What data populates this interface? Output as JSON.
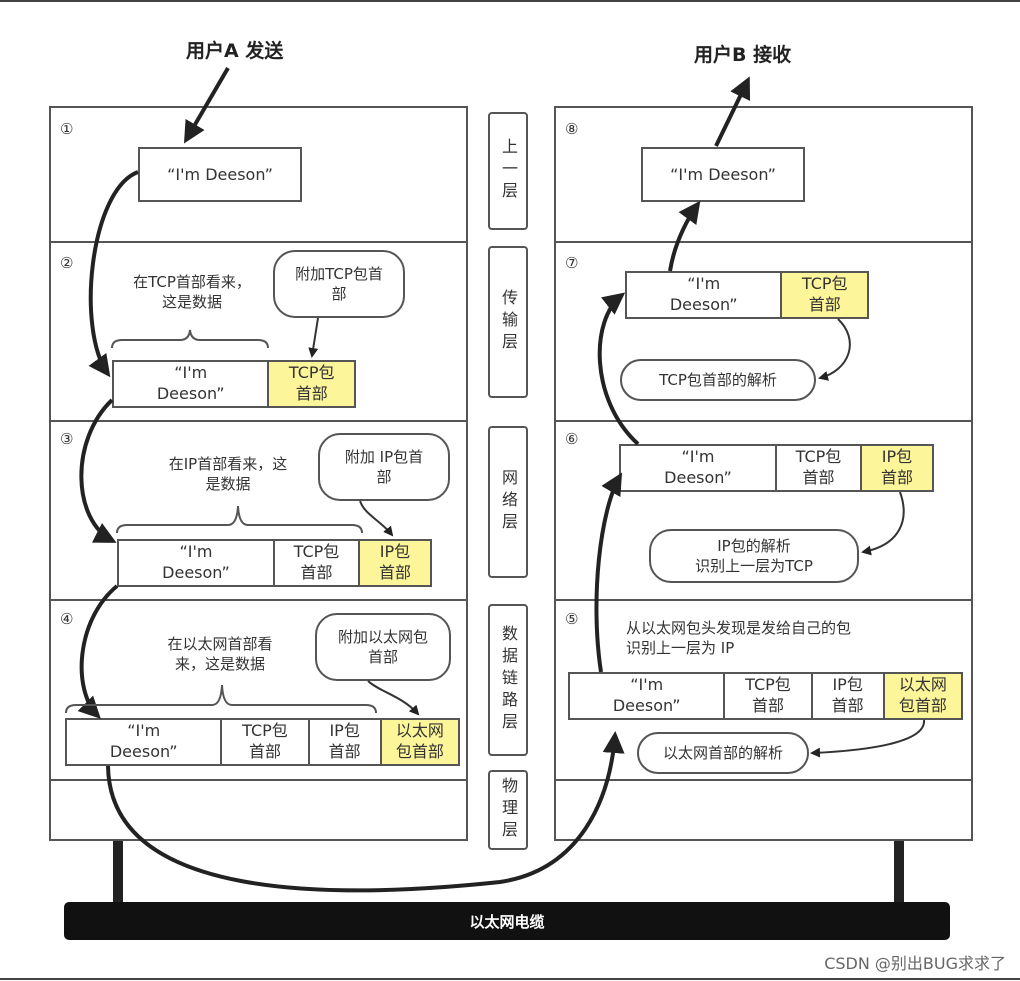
{
  "titles": {
    "sender": "用户A 发送",
    "receiver": "用户B 接收"
  },
  "middle_labels": [
    "上一层",
    "传输层",
    "网络层",
    "数据链路层",
    "物理层"
  ],
  "sender": {
    "step1": {
      "num": "①",
      "data": "“I'm Deeson”"
    },
    "step2": {
      "num": "②",
      "note": "在TCP首部看来，\n这是数据",
      "bubble": "附加TCP包首\n部",
      "data": "“I'm\nDeeson”",
      "tcp": "TCP包\n首部"
    },
    "step3": {
      "num": "③",
      "note": "在IP首部看来，这\n是数据",
      "bubble": "附加 IP包首\n部",
      "data": "“I'm\nDeeson”",
      "tcp": "TCP包\n首部",
      "ip": "IP包\n首部"
    },
    "step4": {
      "num": "④",
      "note": "在以太网首部看\n来，这是数据",
      "bubble": "附加以太网包\n首部",
      "data": "“I'm\nDeeson”",
      "tcp": "TCP包\n首部",
      "ip": "IP包\n首部",
      "eth": "以太网\n包首部"
    }
  },
  "receiver": {
    "step8": {
      "num": "⑧",
      "data": "“I'm Deeson”"
    },
    "step7": {
      "num": "⑦",
      "data": "“I'm\nDeeson”",
      "tcp": "TCP包\n首部",
      "bubble": "TCP包首部的解析"
    },
    "step6": {
      "num": "⑥",
      "data": "“I'm\nDeeson”",
      "tcp": "TCP包\n首部",
      "ip": "IP包\n首部",
      "bubble": "IP包的解析\n识别上一层为TCP"
    },
    "step5": {
      "num": "⑤",
      "note": "从以太网包头发现是发给自己的包\n识别上一层为 IP",
      "data": "“I'm\nDeeson”",
      "tcp": "TCP包\n首部",
      "ip": "IP包\n首部",
      "eth": "以太网\n包首部",
      "bubble": "以太网首部的解析"
    }
  },
  "cable": "以太网电缆",
  "watermark": "CSDN @别出BUG求求了",
  "colors": {
    "highlight": "#fdf59a",
    "line": "#555555",
    "cable": "#111111"
  }
}
